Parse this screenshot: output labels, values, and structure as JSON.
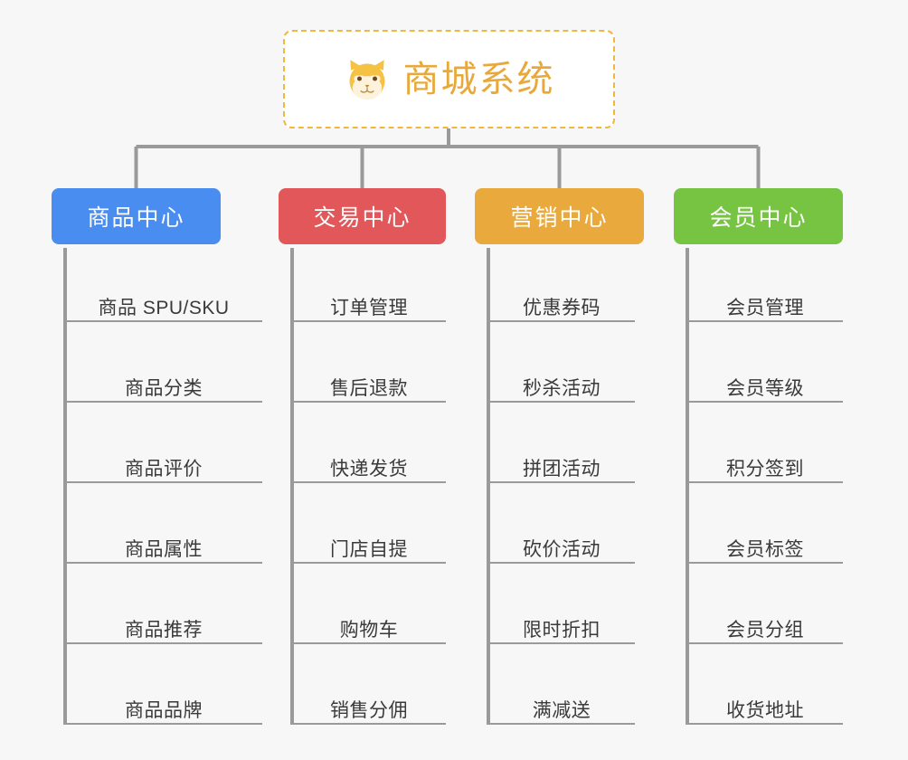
{
  "diagram": {
    "background_color": "#f7f7f7",
    "connector_color": "#9a9a9a",
    "root": {
      "title": "商城系统",
      "icon": "shiba-dog-icon",
      "title_color": "#e8a93c",
      "border_color": "#f0b840",
      "background_color": "#ffffff"
    },
    "columns": [
      {
        "id": "product-center",
        "label": "商品中心",
        "color": "#4a8df0",
        "items": [
          "商品 SPU/SKU",
          "商品分类",
          "商品评价",
          "商品属性",
          "商品推荐",
          "商品品牌"
        ]
      },
      {
        "id": "trade-center",
        "label": "交易中心",
        "color": "#e1575a",
        "items": [
          "订单管理",
          "售后退款",
          "快递发货",
          "门店自提",
          "购物车",
          "销售分佣"
        ]
      },
      {
        "id": "marketing-center",
        "label": "营销中心",
        "color": "#eaa93c",
        "items": [
          "优惠券码",
          "秒杀活动",
          "拼团活动",
          "砍价活动",
          "限时折扣",
          "满减送"
        ]
      },
      {
        "id": "member-center",
        "label": "会员中心",
        "color": "#76c442",
        "items": [
          "会员管理",
          "会员等级",
          "积分签到",
          "会员标签",
          "会员分组",
          "收货地址"
        ]
      }
    ]
  }
}
